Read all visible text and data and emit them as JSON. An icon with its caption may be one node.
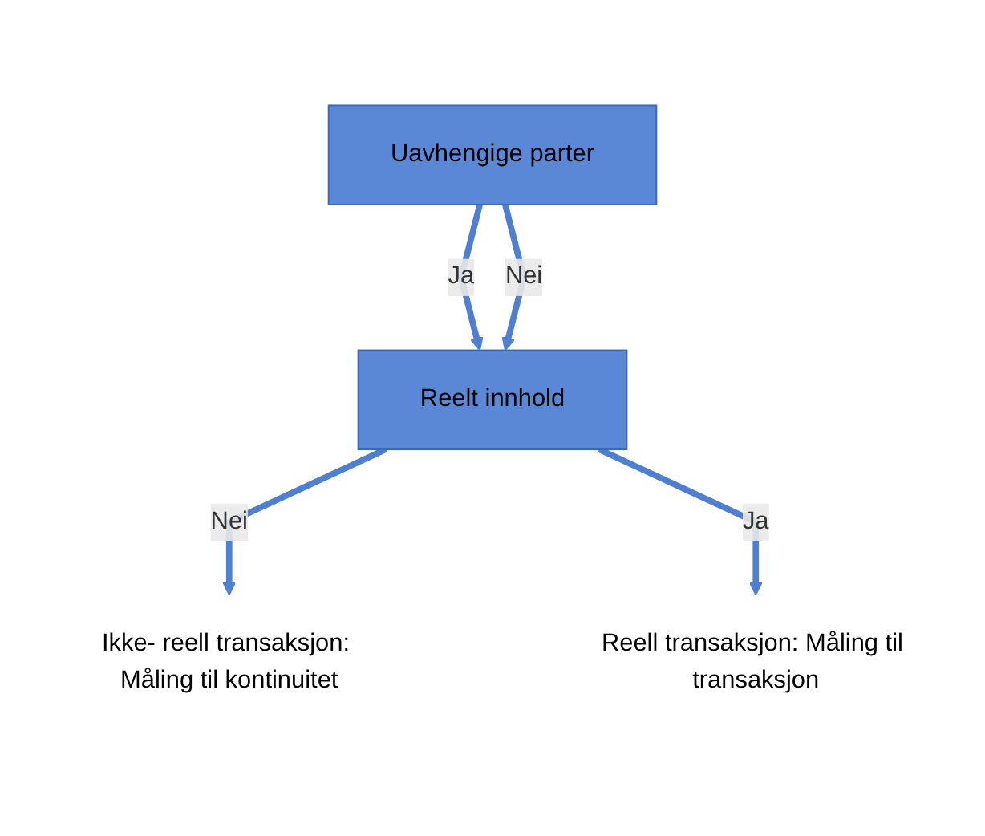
{
  "diagram": {
    "nodes": [
      {
        "text": [
          "Uavhengige parter"
        ]
      },
      {
        "text": [
          "Reelt innhold"
        ]
      },
      {
        "text": [
          "Ikke- reell transaksjon: Måling til kontinuitet"
        ]
      },
      {
        "text": [
          "Reell transaksjon: Måling til transaksjon"
        ]
      }
    ],
    "edges": [
      {
        "from": 0,
        "to": 1,
        "arrow": "to",
        "label": "Ja"
      },
      {
        "from": 0,
        "to": 1,
        "arrow": "to",
        "label": "Nei"
      },
      {
        "from": 1,
        "to": 2,
        "arrow": "to",
        "label": "Nei"
      },
      {
        "from": 1,
        "to": 3,
        "arrow": "to",
        "label": "Ja"
      }
    ]
  }
}
